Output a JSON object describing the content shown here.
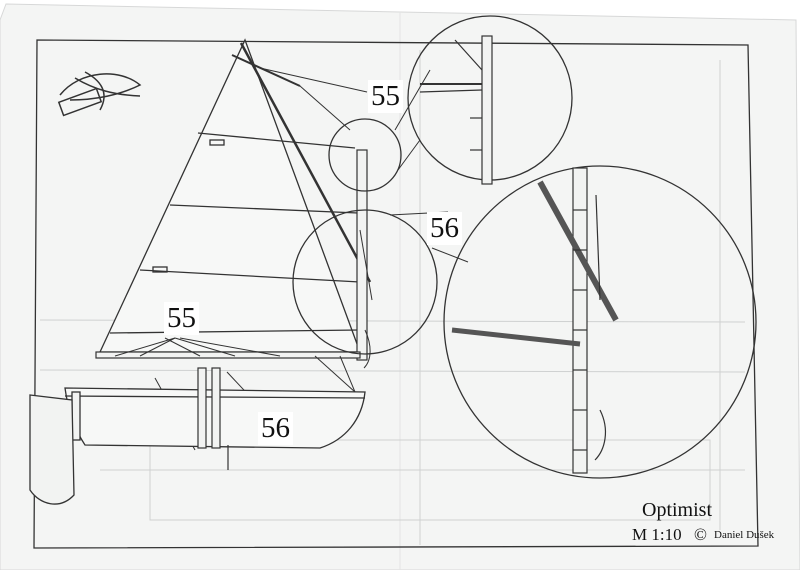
{
  "callouts": {
    "top_55": "55",
    "right_56": "56",
    "left_55": "55",
    "bottom_56": "56"
  },
  "title_block": {
    "name": "Optimist",
    "scale": "M 1:10",
    "copyright": "©",
    "author": "Daniel Dušek"
  },
  "colors": {
    "paper": "#f4f5f4",
    "line": "#2a2a2a",
    "faint": "#c9cbcb"
  }
}
